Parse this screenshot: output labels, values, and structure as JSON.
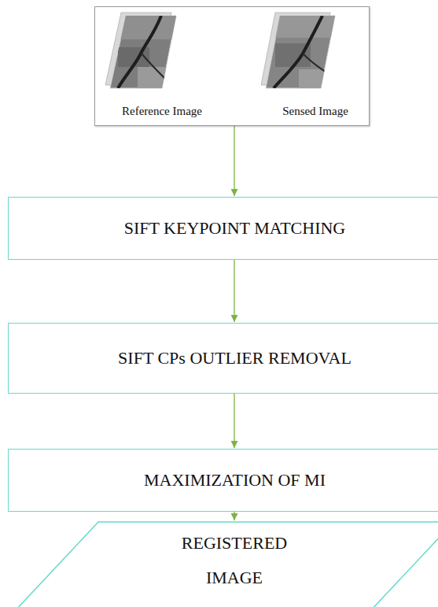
{
  "diagram": {
    "nodes": [
      {
        "text": [
          "Reference Image",
          "Sensed Image"
        ]
      },
      {
        "text": [
          "SIFT KEYPOINT MATCHING"
        ]
      },
      {
        "text": [
          "SIFT CPs OUTLIER REMOVAL"
        ]
      },
      {
        "text": [
          "MAXIMIZATION OF MI"
        ]
      },
      {
        "text": [
          "REGISTERED IMAGE"
        ]
      }
    ],
    "edges": [
      {
        "from": 0,
        "to": 1,
        "arrow": "to"
      },
      {
        "from": 1,
        "to": 2,
        "arrow": "to"
      },
      {
        "from": 2,
        "to": 3,
        "arrow": "to"
      },
      {
        "from": 3,
        "to": 4,
        "arrow": "to"
      }
    ]
  }
}
